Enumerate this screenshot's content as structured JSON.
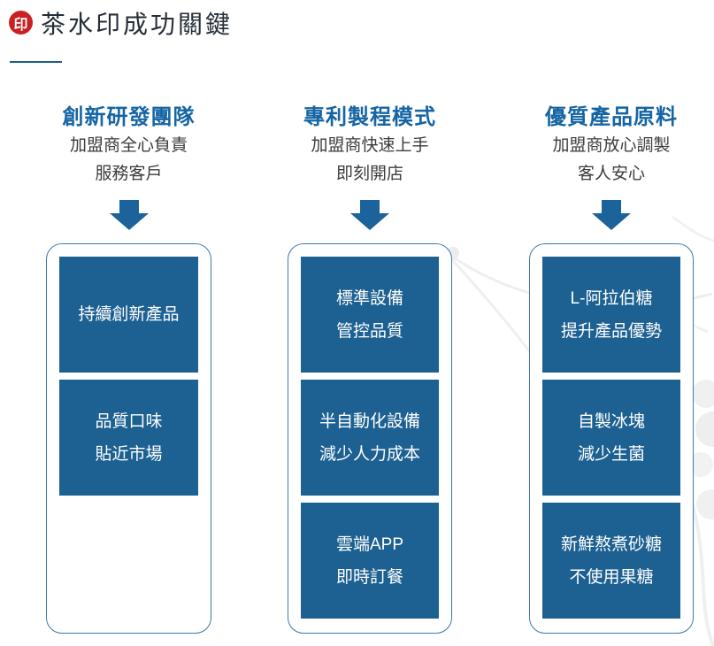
{
  "header": {
    "seal_char": "印",
    "title": "茶水印成功關鍵"
  },
  "colors": {
    "accent_blue": "#1565a4",
    "arrow_blue": "#1b639a",
    "box_blue": "#1d6192",
    "panel_border": "#3c79b0",
    "seal_red": "#c92121",
    "title_text": "#262e38",
    "subtitle_text": "#3c3c3c",
    "underline_blue": "#1d5e8c",
    "box_text": "#ffffff",
    "watermark_gray": "#ededed"
  },
  "columns": [
    {
      "title": "創新研發團隊",
      "subtitle_lines": [
        "加盟商全心負責",
        "服務客戶"
      ],
      "boxes": [
        {
          "lines": [
            "持續創新產品"
          ]
        },
        {
          "lines": [
            "品質口味",
            "貼近市場"
          ]
        }
      ]
    },
    {
      "title": "專利製程模式",
      "subtitle_lines": [
        "加盟商快速上手",
        "即刻開店"
      ],
      "boxes": [
        {
          "lines": [
            "標準設備",
            "管控品質"
          ]
        },
        {
          "lines": [
            "半自動化設備",
            "減少人力成本"
          ]
        },
        {
          "lines": [
            "雲端APP",
            "即時訂餐"
          ]
        }
      ]
    },
    {
      "title": "優質產品原料",
      "subtitle_lines": [
        "加盟商放心調製",
        "客人安心"
      ],
      "boxes": [
        {
          "lines": [
            "L-阿拉伯糖",
            "提升產品優勢"
          ]
        },
        {
          "lines": [
            "自製冰塊",
            "減少生菌"
          ]
        },
        {
          "lines": [
            "新鮮熬煮砂糖",
            "不使用果糖"
          ]
        }
      ]
    }
  ]
}
